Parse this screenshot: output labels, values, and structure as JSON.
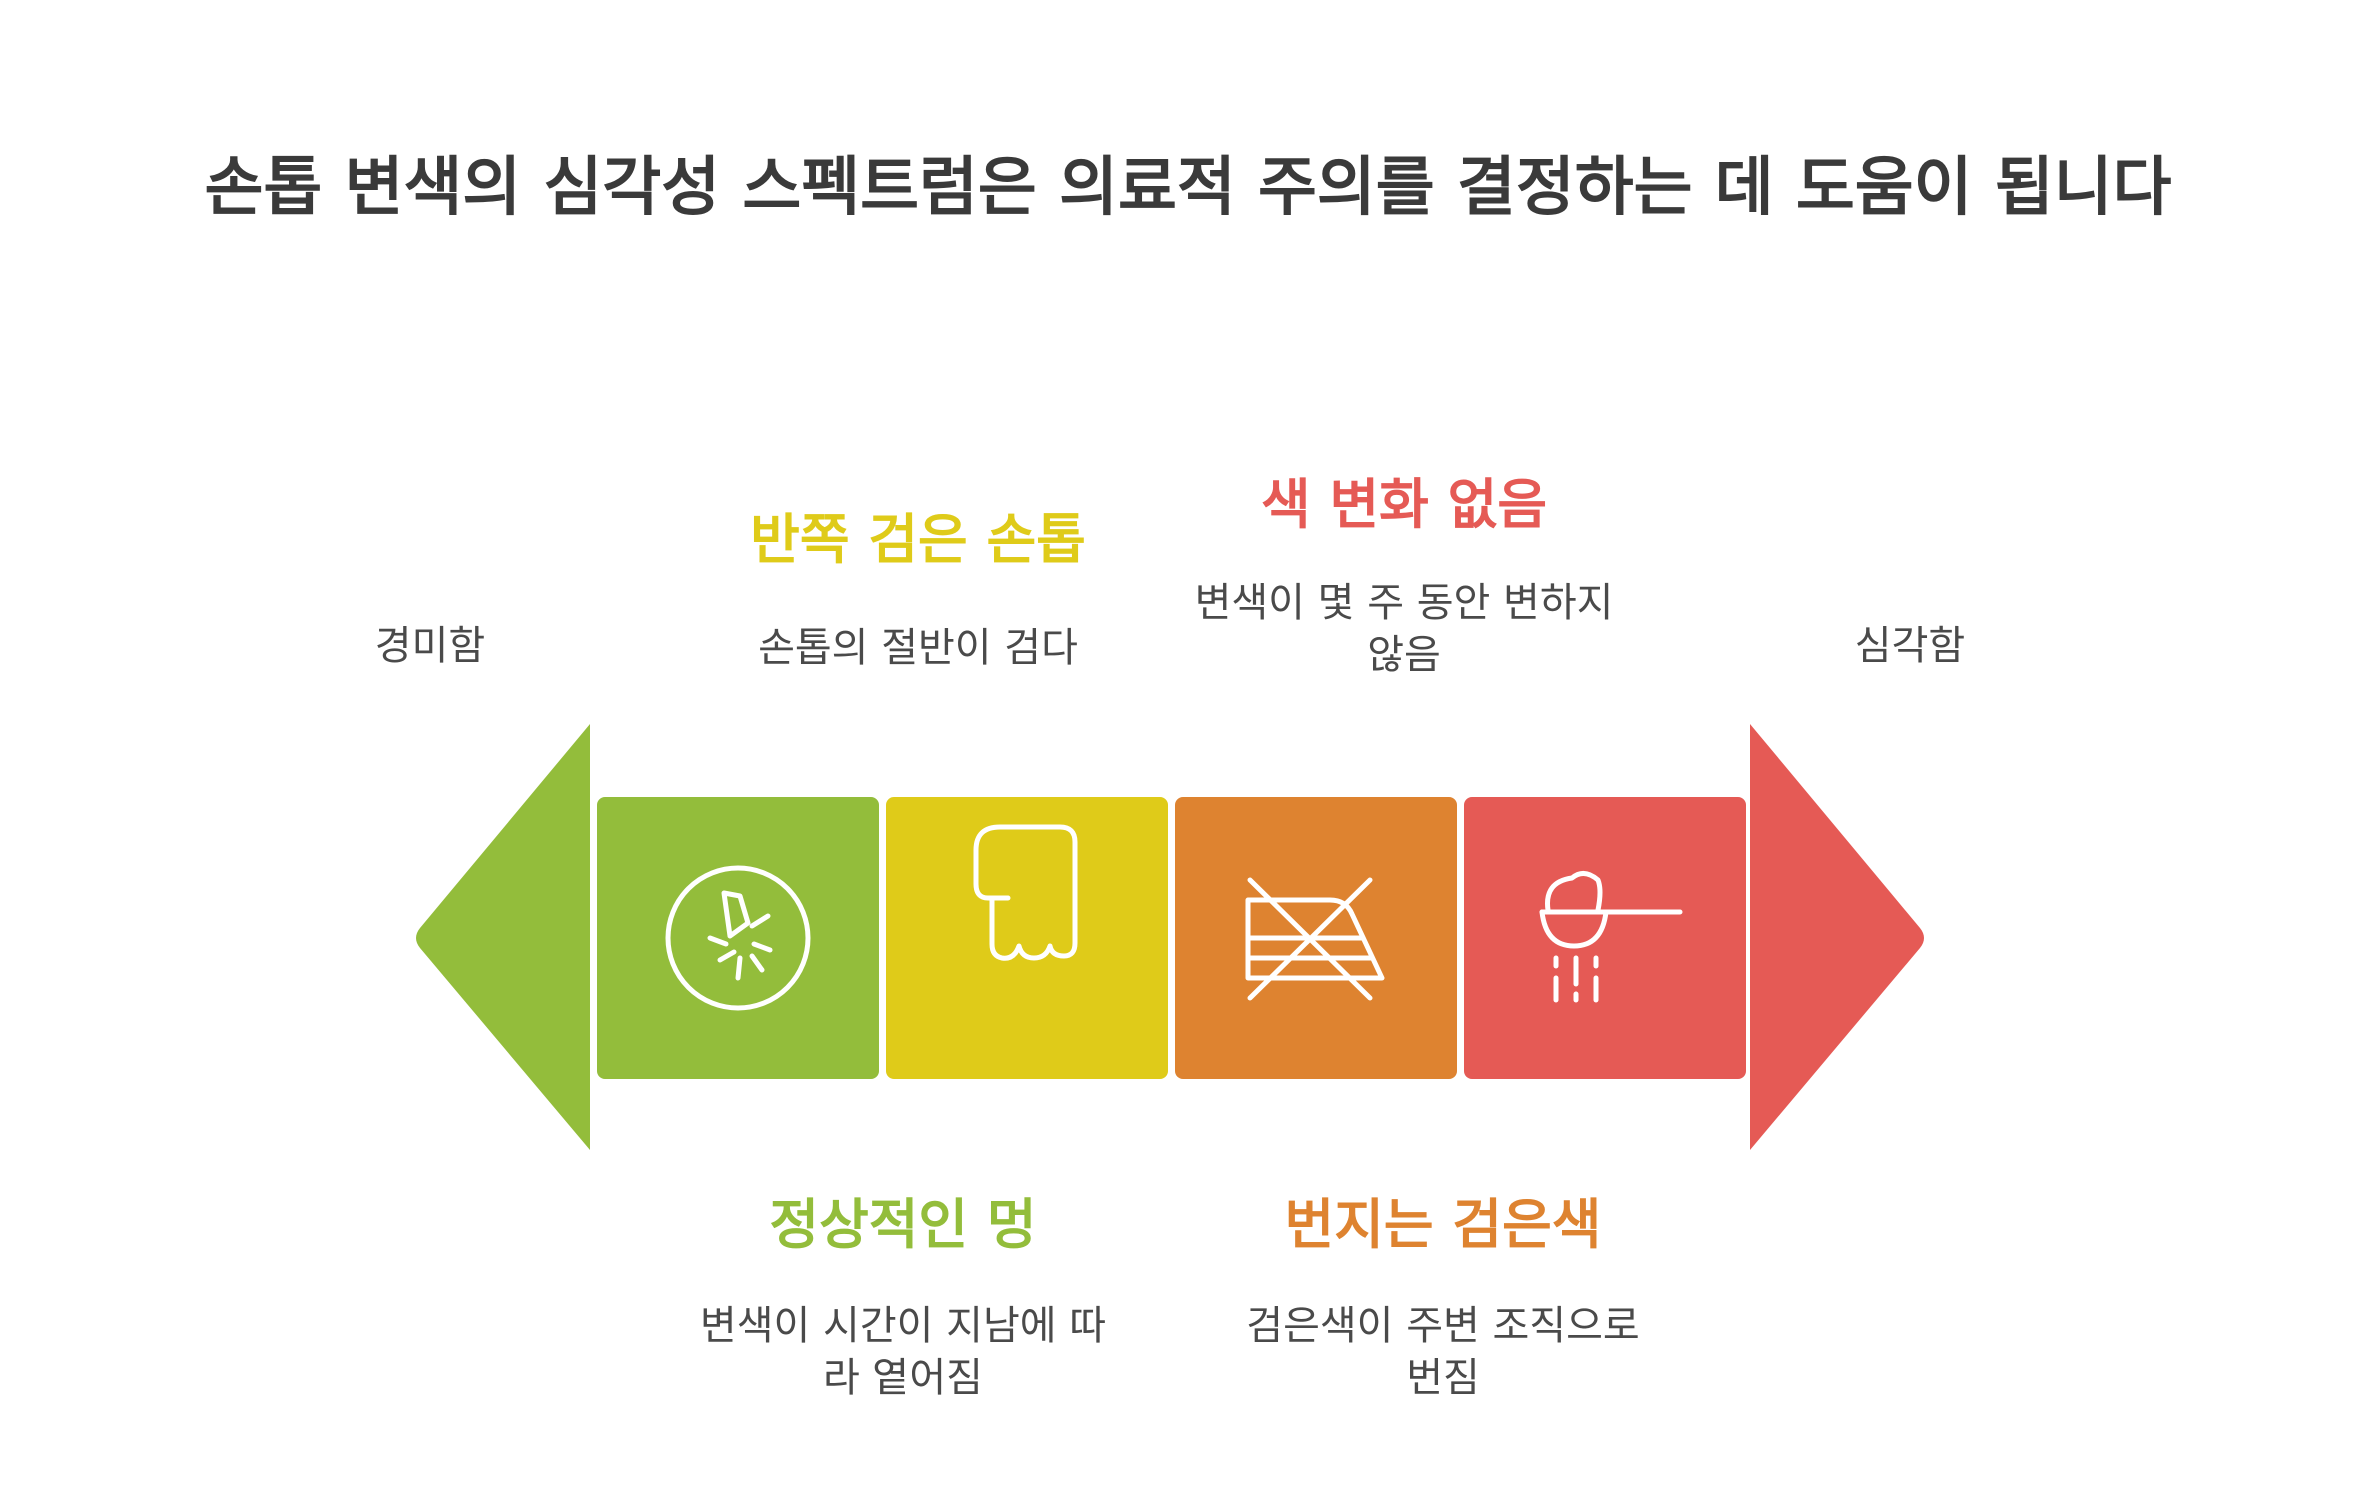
{
  "title": "손톱 변색의 심각성 스펙트럼은 의료적 주의를 결정하는 데 도움이 됩니다",
  "scale": {
    "left_label": "경미함",
    "right_label": "심각함"
  },
  "stages": [
    {
      "heading": "정상적인 멍",
      "description": "변색이 시간이 지남에 따라 옅어짐",
      "color": "#93bd3b",
      "icon": "healing-bruise-icon"
    },
    {
      "heading": "반쪽 검은 손톱",
      "description": "손톱의 절반이 검다",
      "color": "#dfcb19",
      "icon": "hand-icon"
    },
    {
      "heading": "색 변화 없음",
      "description": "변색이 몇 주 동안 변하지 않음",
      "color": "#de8330",
      "icon": "no-change-icon"
    },
    {
      "heading": "번지는 검은색",
      "description": "검은색이 주변 조직으로 번짐",
      "color": "#e55a55",
      "icon": "spreading-icon"
    }
  ],
  "colors": {
    "left_arrow": "#93bd3b",
    "right_arrow": "#e55a55",
    "icon_stroke": "#ffffff",
    "title": "#3a3a3a",
    "text": "#4a4a4a"
  }
}
